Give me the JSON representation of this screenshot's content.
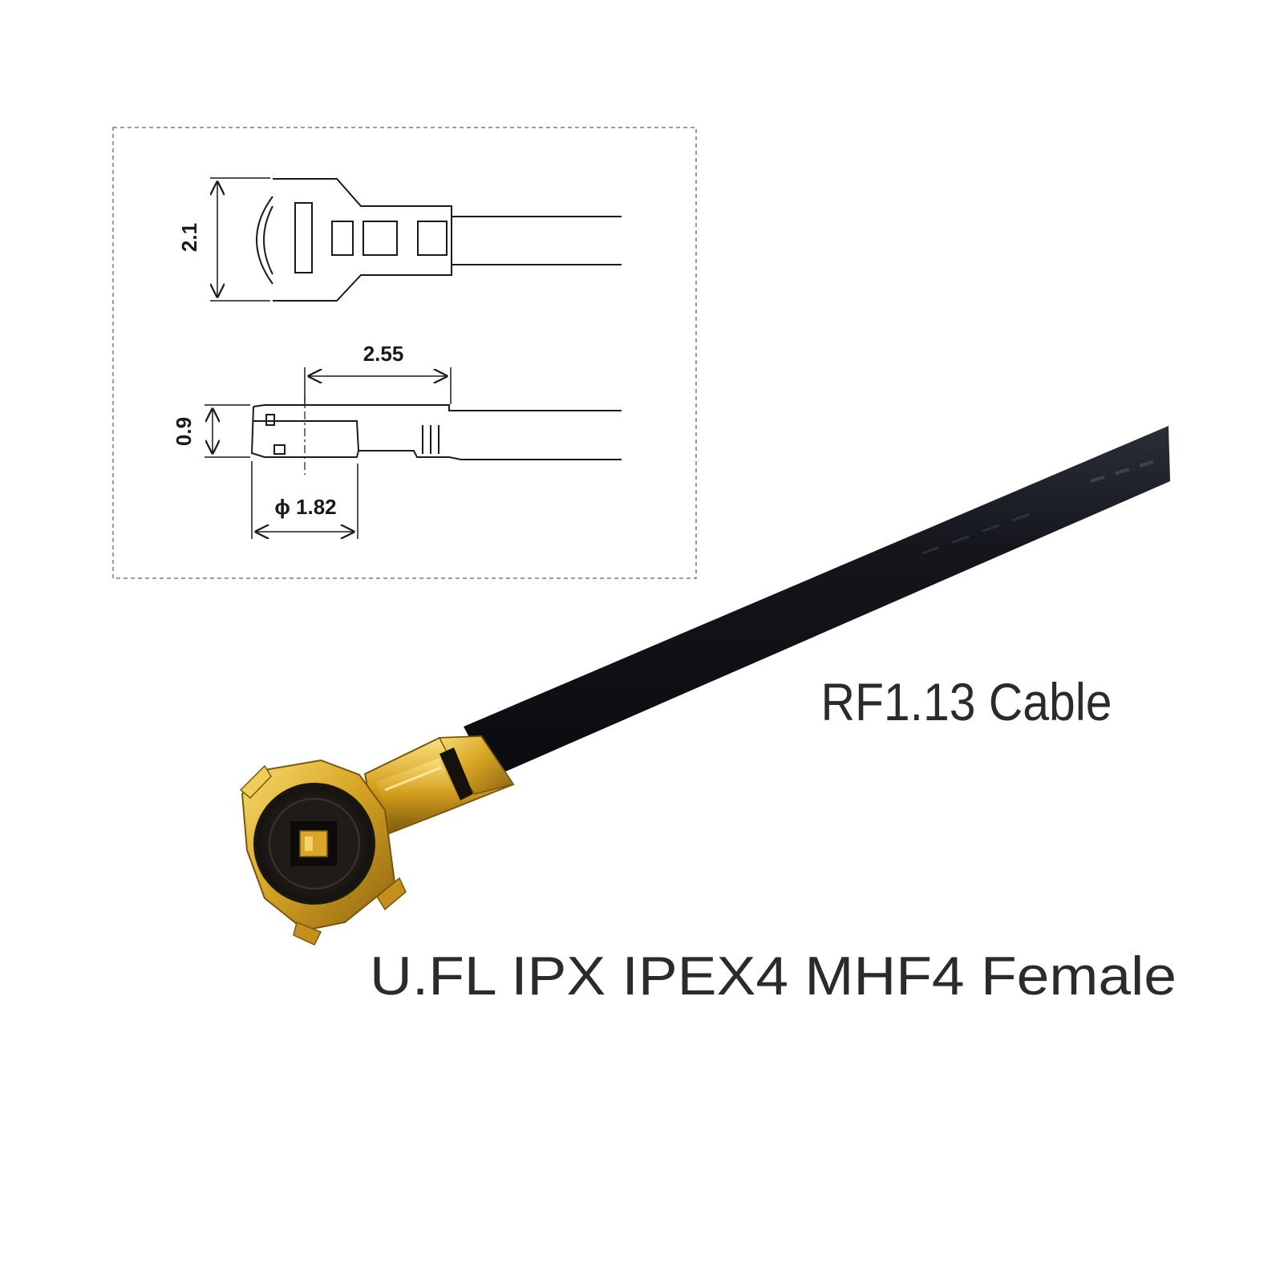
{
  "drawing": {
    "dimensions": {
      "height_top": "2.1",
      "length": "2.55",
      "height_side": "0.9",
      "diameter": "ϕ 1.82"
    }
  },
  "labels": {
    "cable": "RF1.13 Cable",
    "connector": "U.FL IPX IPEX4 MHF4 Female"
  },
  "colors": {
    "line": "#1a1a1a",
    "frame": "#7a7a7a",
    "cable": "#16181f",
    "gold": "#d2a020",
    "gold_dark": "#8a6212",
    "gold_light": "#f5d66a"
  }
}
